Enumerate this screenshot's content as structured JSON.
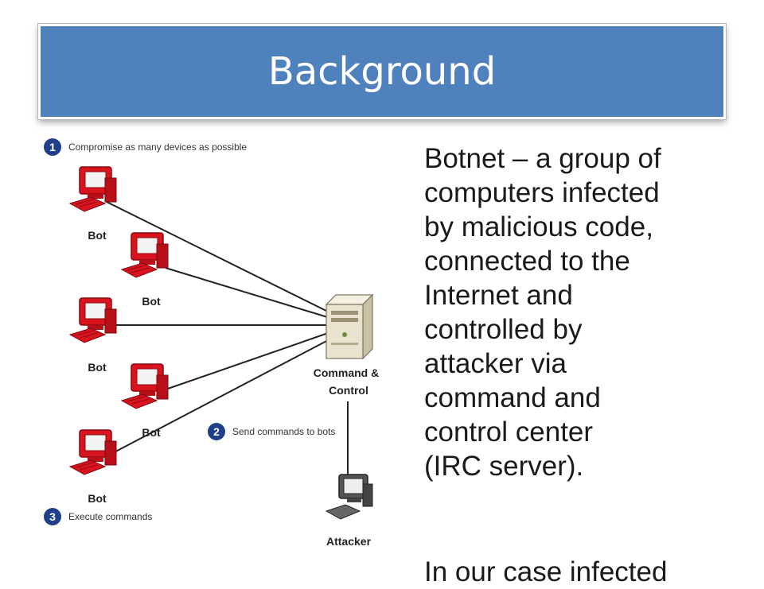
{
  "slide": {
    "title": "Background",
    "body_paragraph_1": "Botnet – a group of\ncomputers infected\nby malicious code,\nconnected to the\nInternet and\ncontrolled by\nattacker via\ncommand and\ncontrol  center\n(IRC server).",
    "body_paragraph_2": "In our case infected"
  },
  "diagram": {
    "steps": [
      {
        "number": "1",
        "text": "Compromise as many devices as possible"
      },
      {
        "number": "2",
        "text": "Send commands to bots"
      },
      {
        "number": "3",
        "text": "Execute commands"
      }
    ],
    "bot_label": "Bot",
    "server_label_line1": "Command &",
    "server_label_line2": "Control",
    "attacker_label": "Attacker",
    "colors": {
      "bot_red": "#d9141e",
      "step_badge": "#1f3f8a",
      "server_beige": "#e8e2cf",
      "attacker_gray": "#555555"
    }
  }
}
